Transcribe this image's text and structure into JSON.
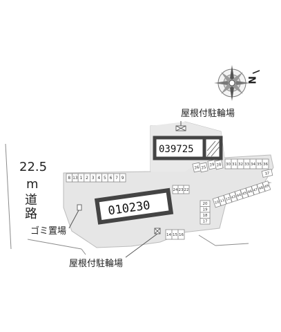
{
  "road": {
    "width": "22.5",
    "unit": "m",
    "chars": [
      "道",
      "路"
    ]
  },
  "labels": {
    "bike_parking_top": "屋根付駐輪場",
    "bike_parking_bottom": "屋根付駐輪場",
    "garbage": "ゴミ置場"
  },
  "buildings": {
    "upper": "039725",
    "main": "010230"
  },
  "parking": {
    "row_top": [
      "8",
      "13",
      "1",
      "2",
      "3",
      "4",
      "5",
      "6",
      "7",
      "9"
    ],
    "center_top": [
      "24",
      "23",
      "22"
    ],
    "center_col": [
      "20",
      "19",
      "18",
      "17"
    ],
    "center_bottom": [
      "14",
      "15",
      "16"
    ],
    "right_pair": [
      "26",
      "25"
    ],
    "right_mid": [
      "29",
      "28"
    ],
    "right_row": [
      "30",
      "31",
      "32",
      "33",
      "34",
      "35",
      "36"
    ],
    "diag": [
      "10",
      "11",
      "12",
      "43",
      "44",
      "45",
      "46",
      "47",
      "48",
      "49"
    ],
    "far_right": [
      "37"
    ]
  },
  "compass": {
    "north_label": "N"
  }
}
